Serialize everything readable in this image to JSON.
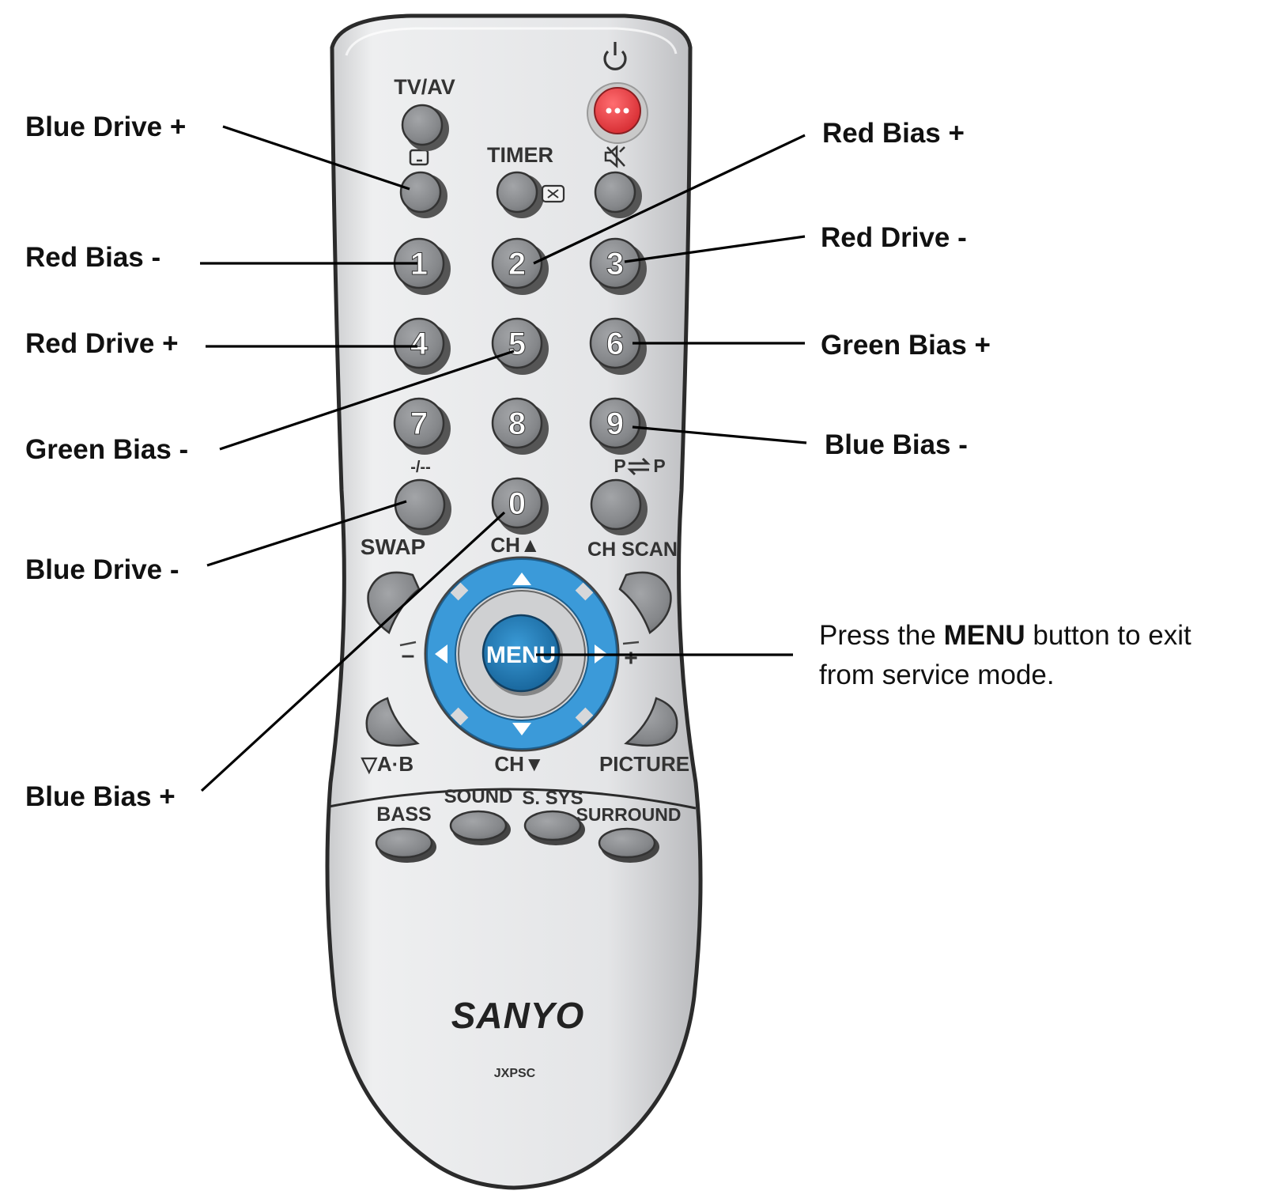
{
  "callouts": {
    "blue_drive_plus": "Blue Drive +",
    "red_bias_minus": "Red Bias -",
    "red_drive_plus": "Red Drive +",
    "green_bias_minus": "Green Bias -",
    "blue_drive_minus": "Blue Drive -",
    "blue_bias_plus": "Blue Bias +",
    "red_bias_plus": "Red Bias +",
    "red_drive_minus": "Red Drive -",
    "green_bias_plus": "Green Bias +",
    "blue_bias_minus": "Blue Bias -"
  },
  "instruction": {
    "line1_pre": "Press the ",
    "line1_bold": "MENU",
    "line1_post": " button to exit",
    "line2": "from service mode."
  },
  "remote": {
    "labels": {
      "tv_av": "TV/AV",
      "timer": "TIMER",
      "dash": "-/--",
      "pp_left": "P",
      "pp_right": "P",
      "swap": "SWAP",
      "ch_up": "CH▲",
      "ch_scan": "CH SCAN",
      "menu": "MENU",
      "ab": "▽A·B",
      "ch_down": "CH▼",
      "picture": "PICTURE",
      "bass": "BASS",
      "sound": "SOUND",
      "s_sys": "S. SYS",
      "surround": "SURROUND",
      "minus": "–",
      "plus": "+"
    },
    "digits": [
      "1",
      "2",
      "3",
      "4",
      "5",
      "6",
      "7",
      "8",
      "9",
      "0"
    ],
    "brand": "SANYO",
    "model": "JXPSC"
  },
  "colors": {
    "body": "#e6e7e9",
    "button": "#8c8e91",
    "power": "#e23b40",
    "ring": "#3b9ad9",
    "menu_button": "#1f7cb8"
  },
  "icons": {
    "power": "power-icon",
    "mute": "mute-icon",
    "subtitle": "subtitle-icon",
    "ex": "ex-box-icon",
    "swap_arrows": "swap-arrows-icon"
  }
}
